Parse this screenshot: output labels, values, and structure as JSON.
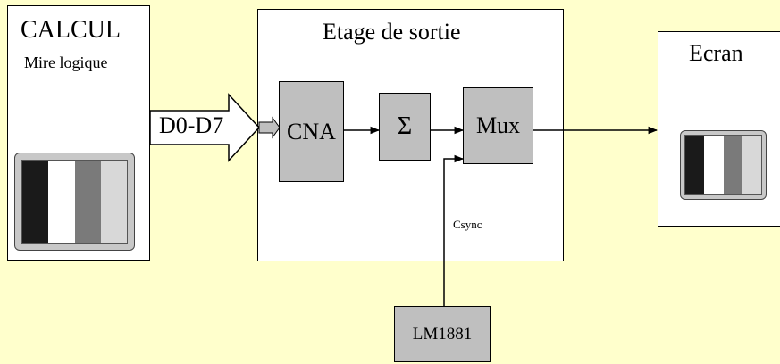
{
  "calcul": {
    "title": "CALCUL",
    "subtitle": "Mire logique"
  },
  "bus": {
    "label": "D0-D7"
  },
  "stage": {
    "title": "Etage de sortie"
  },
  "blocks": {
    "cna": "CNA",
    "sum": "Σ",
    "mux": "Mux",
    "lm": "LM1881"
  },
  "csync": {
    "label": "Csync"
  },
  "ecran": {
    "title": "Ecran"
  },
  "colors": {
    "background": "#ffffcc",
    "block_gray": "#bfbfbf",
    "test_bars": [
      "#1a1a1a",
      "#ffffff",
      "#7a7a7a",
      "#d8d8d8"
    ]
  }
}
